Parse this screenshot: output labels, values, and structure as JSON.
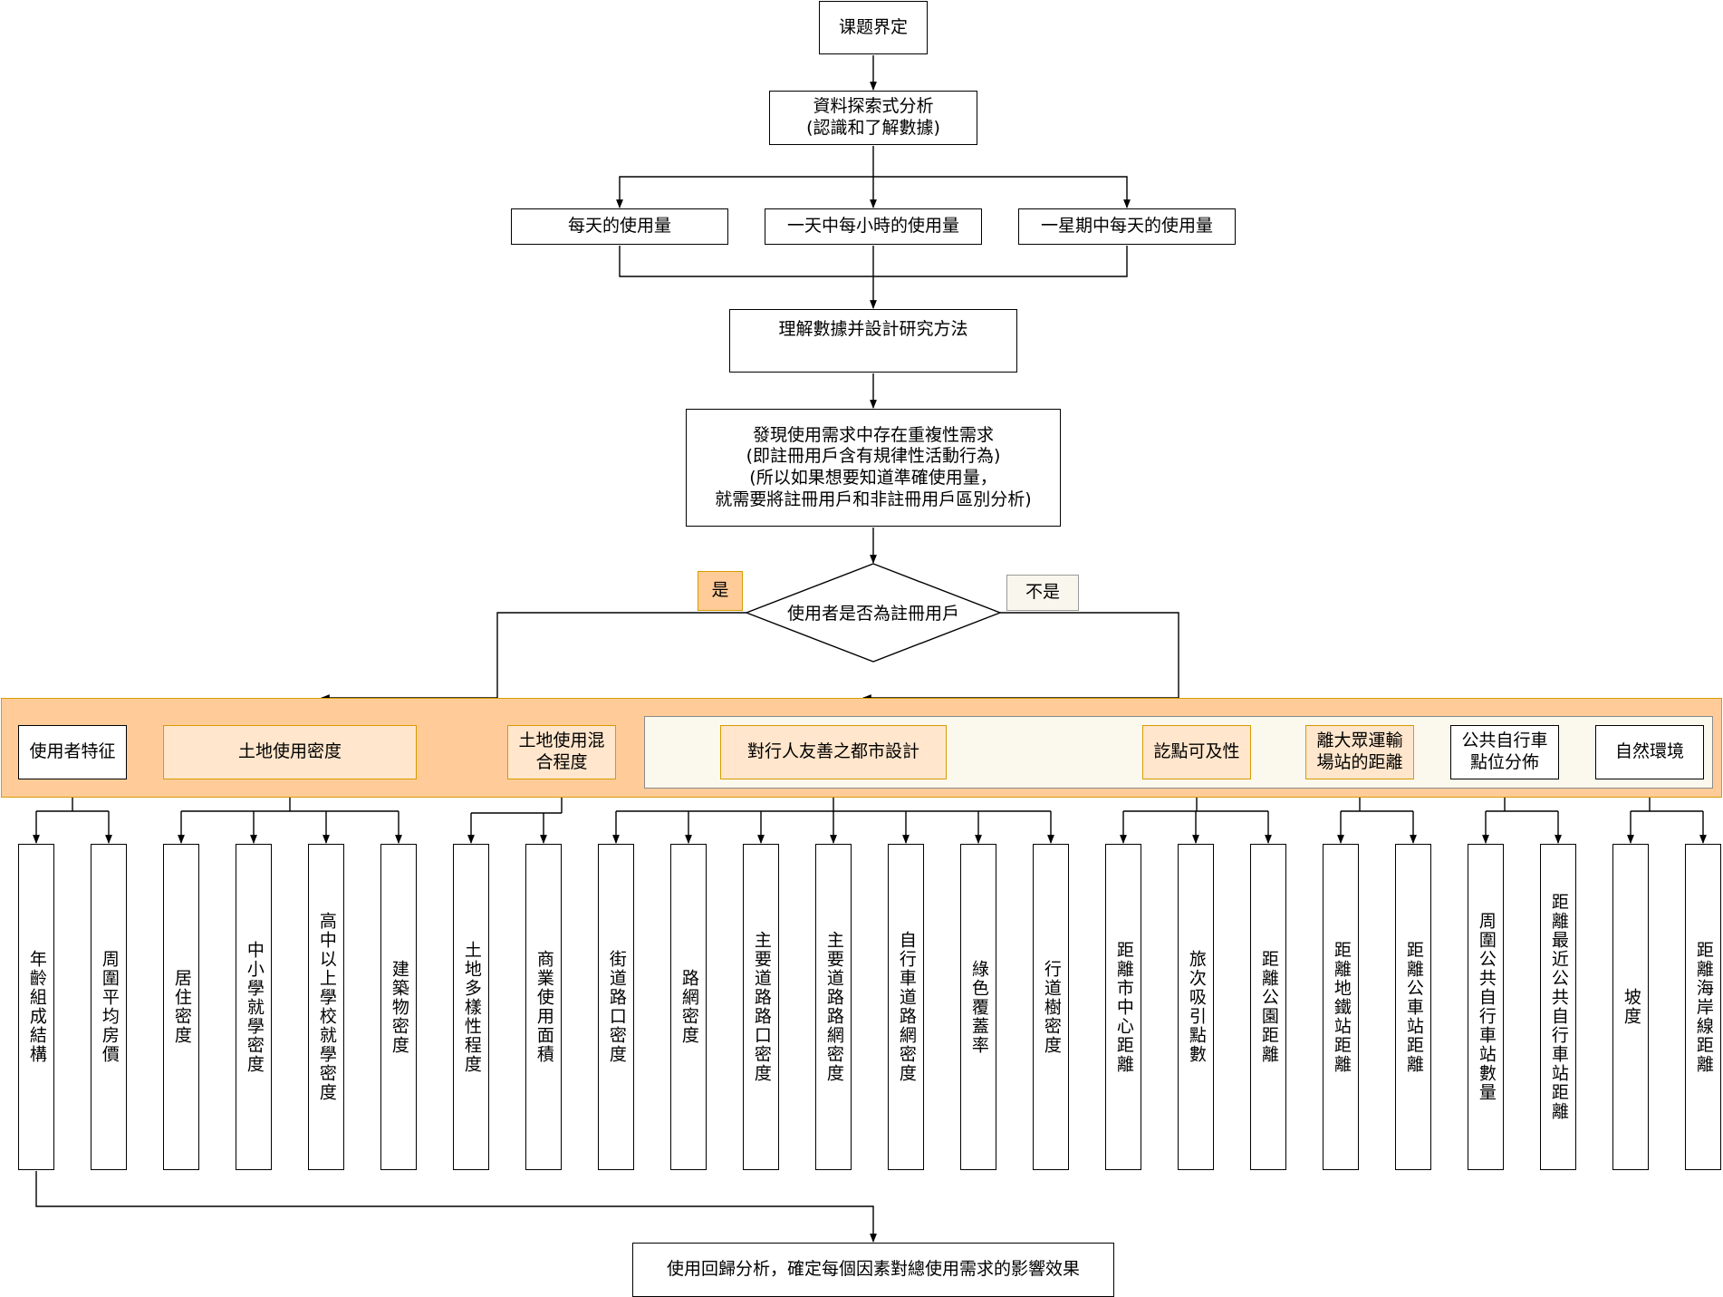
{
  "top": {
    "topic": "课题界定",
    "eda": "資料探索式分析\n(認識和了解數據)",
    "daily": "每天的使用量",
    "hourly": "一天中每小時的使用量",
    "weekday": "一星期中每天的使用量",
    "method": "理解數據并設計研究方法",
    "finding": "發現使用需求中存在重複性需求\n(即註冊用戶含有規律性活動行為)\n(所以如果想要知道準確使用量，\n就需要將註冊用戶和非註冊用戶區別分析)",
    "decision": "使用者是否為註冊用戶",
    "yes": "是",
    "no": "不是"
  },
  "categories": {
    "user": "使用者特征",
    "landuse": "土地使用密度",
    "mix": "土地使用混\n合程度",
    "ped": "對行人友善之都市設計",
    "access": "訖點可及性",
    "transit": "離大眾運輸\n場站的距離",
    "bike": "公共自行車\n點位分佈",
    "nature": "自然環境"
  },
  "factors": [
    "年齡組成結構",
    "周圍平均房價",
    "居住密度",
    "中小學就學密度",
    "高中以上學校就學密度",
    "建築物密度",
    "土地多樣性程度",
    "商業使用面積",
    "街道路口密度",
    "路網密度",
    "主要道路路口密度",
    "主要道路路網密度",
    "自行車道路網密度",
    "綠色覆蓋率",
    "行道樹密度",
    "距離市中心距離",
    "旅次吸引點數",
    "距離公園距離",
    "距離地鐵站距離",
    "距離公車站距離",
    "周圍公共自行車站數量",
    "距離最近公共自行車站距離",
    "坡度",
    "距離海岸線距離"
  ],
  "bottom": {
    "regression": "使用回歸分析，確定每個因素對總使用需求的影響效果"
  }
}
